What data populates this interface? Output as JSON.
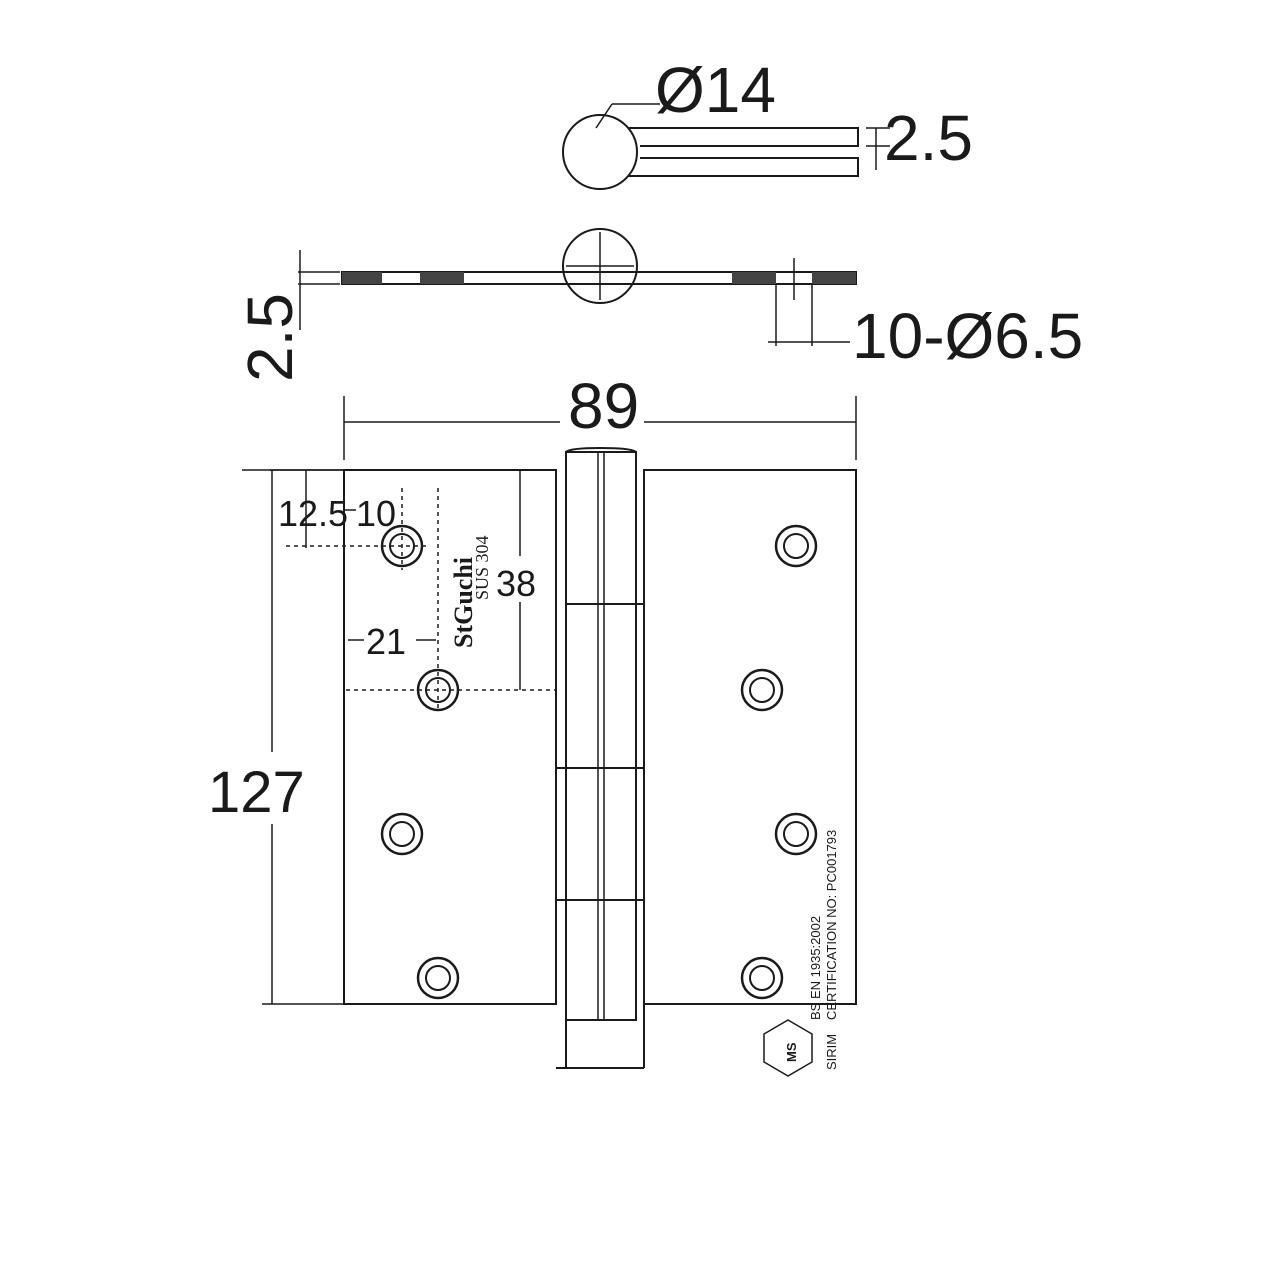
{
  "dimensions": {
    "pin_diameter": "Ø14",
    "leaf_thickness_top": "2.5",
    "leaf_thickness_side": "2.5",
    "holes": "10-Ø6.5",
    "width": "89",
    "height": "127",
    "hole_offset_edge": "12.5",
    "hole_offset_top": "10",
    "hole_offset_second": "21",
    "hole_spacing_vertical": "38"
  },
  "marking": {
    "brand": "StGuchi",
    "material": "SUS 304"
  },
  "certification": {
    "standard": "BS EN 1935:2002",
    "cert_no": "CERTIFICATION NO: PC001793",
    "body": "SIRIM",
    "logo_text": "MS"
  }
}
